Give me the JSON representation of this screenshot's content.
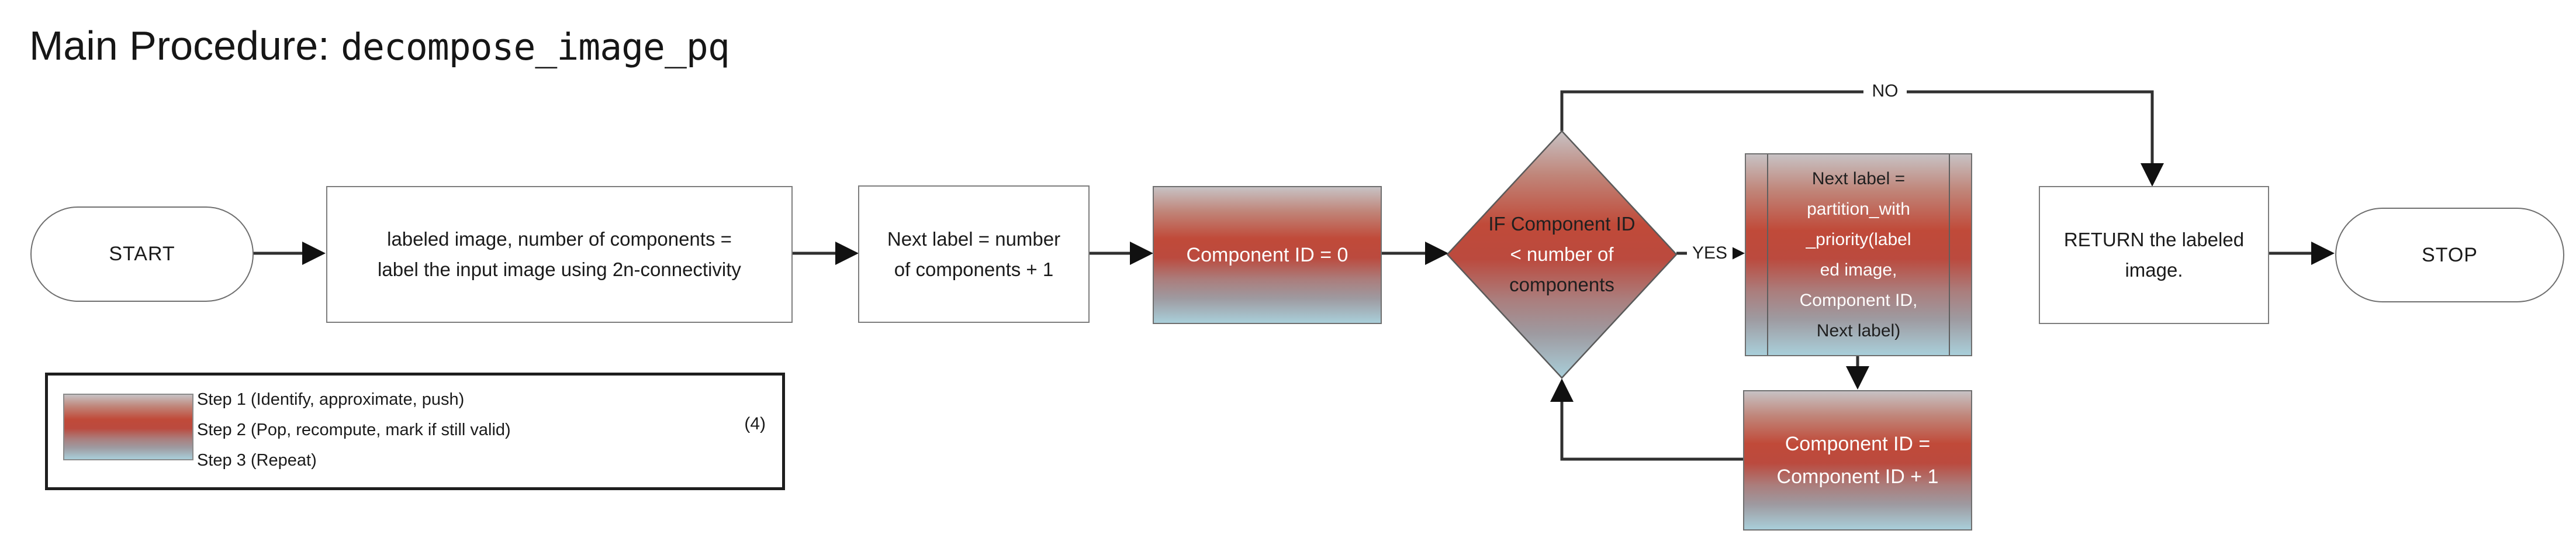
{
  "title": {
    "main": "Main Procedure: ",
    "procedure": "decompose_image_pq"
  },
  "flow": {
    "start": "START",
    "labeling": [
      "labeled image, number of components =",
      "label the input image using 2n-connectivity"
    ],
    "next_label": [
      "Next label = number",
      "of components + 1"
    ],
    "component_zero": "Component ID = 0",
    "condition": [
      "IF Component ID",
      "< number of",
      "components"
    ],
    "partition": [
      "Next label =",
      "partition_with",
      "_priority(label",
      "ed image,",
      "Component ID,",
      "Next label)"
    ],
    "increment": [
      "Component ID =",
      "Component ID + 1"
    ],
    "return": [
      "RETURN the labeled",
      "image."
    ],
    "stop": "STOP",
    "label_yes": "YES",
    "label_no": "NO"
  },
  "legend": {
    "steps": [
      "Step 1 (Identify, approximate, push)",
      "Step 2 (Pop, recompute, mark if still valid)",
      "Step 3 (Repeat)"
    ],
    "equation_number": "(4)"
  },
  "colors": {
    "gradient_top_gray": "#c7c2c4",
    "gradient_red": "#c04a39",
    "gradient_bottom_blue": "#a9cfda",
    "wire": "#303030",
    "background": "#ffffff"
  }
}
